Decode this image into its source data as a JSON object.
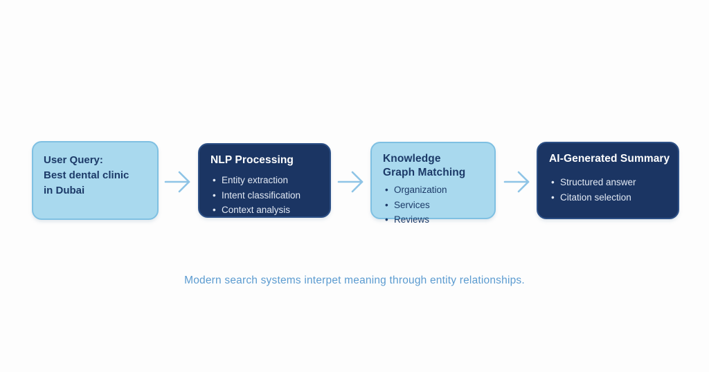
{
  "colors": {
    "background": "#fdfdfd",
    "light_box_fill": "#a9d9ee",
    "light_box_border": "#7fc0e2",
    "dark_box_fill": "#1b3563",
    "dark_box_border": "#2d5086",
    "navy_text": "#1c3a68",
    "white_text": "#ffffff",
    "dark_box_bullet_text": "#e2e9f4",
    "arrow": "#8ec4e6",
    "caption_text": "#5b9bd0"
  },
  "flow": {
    "boxes": [
      {
        "id": "user-query",
        "variant": "light",
        "title_lines": [
          "User Query:",
          "Best dental clinic",
          "in Dubai"
        ],
        "bullets": []
      },
      {
        "id": "nlp-processing",
        "variant": "dark",
        "title_lines": [
          "NLP Processing"
        ],
        "bullets": [
          "Entity extraction",
          "Intent classification",
          "Context analysis"
        ]
      },
      {
        "id": "knowledge-graph-matching",
        "variant": "light",
        "title_lines": [
          "Knowledge",
          "Graph Matching"
        ],
        "bullets": [
          "Organization",
          "Services",
          "Reviews"
        ]
      },
      {
        "id": "ai-generated-summary",
        "variant": "dark",
        "title_lines": [
          "AI-Generated Summary"
        ],
        "bullets": [
          "Structured answer",
          "Citation selection"
        ]
      }
    ],
    "arrow_icon_name": "right-arrow-icon"
  },
  "caption": {
    "text": "Modern search systems interpet meaning through entity relationships."
  }
}
